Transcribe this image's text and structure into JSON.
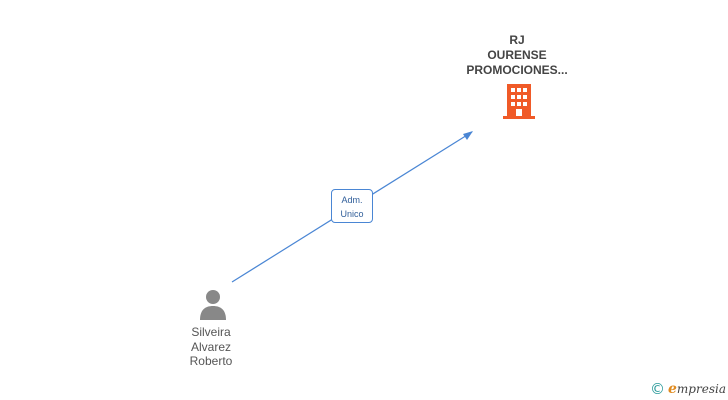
{
  "company": {
    "line1": "RJ",
    "line2": "OURENSE",
    "line3": "PROMOCIONES...",
    "icon": "building-icon",
    "color": "#f05a28"
  },
  "person": {
    "line1": "Silveira",
    "line2": "Alvarez",
    "line3": "Roberto",
    "icon": "person-icon",
    "color": "#888888"
  },
  "relation": {
    "line1": "Adm.",
    "line2": "Unico",
    "color": "#4a86d4"
  },
  "brand": {
    "symbol": "©",
    "first_letter": "e",
    "rest": "mpresia"
  }
}
